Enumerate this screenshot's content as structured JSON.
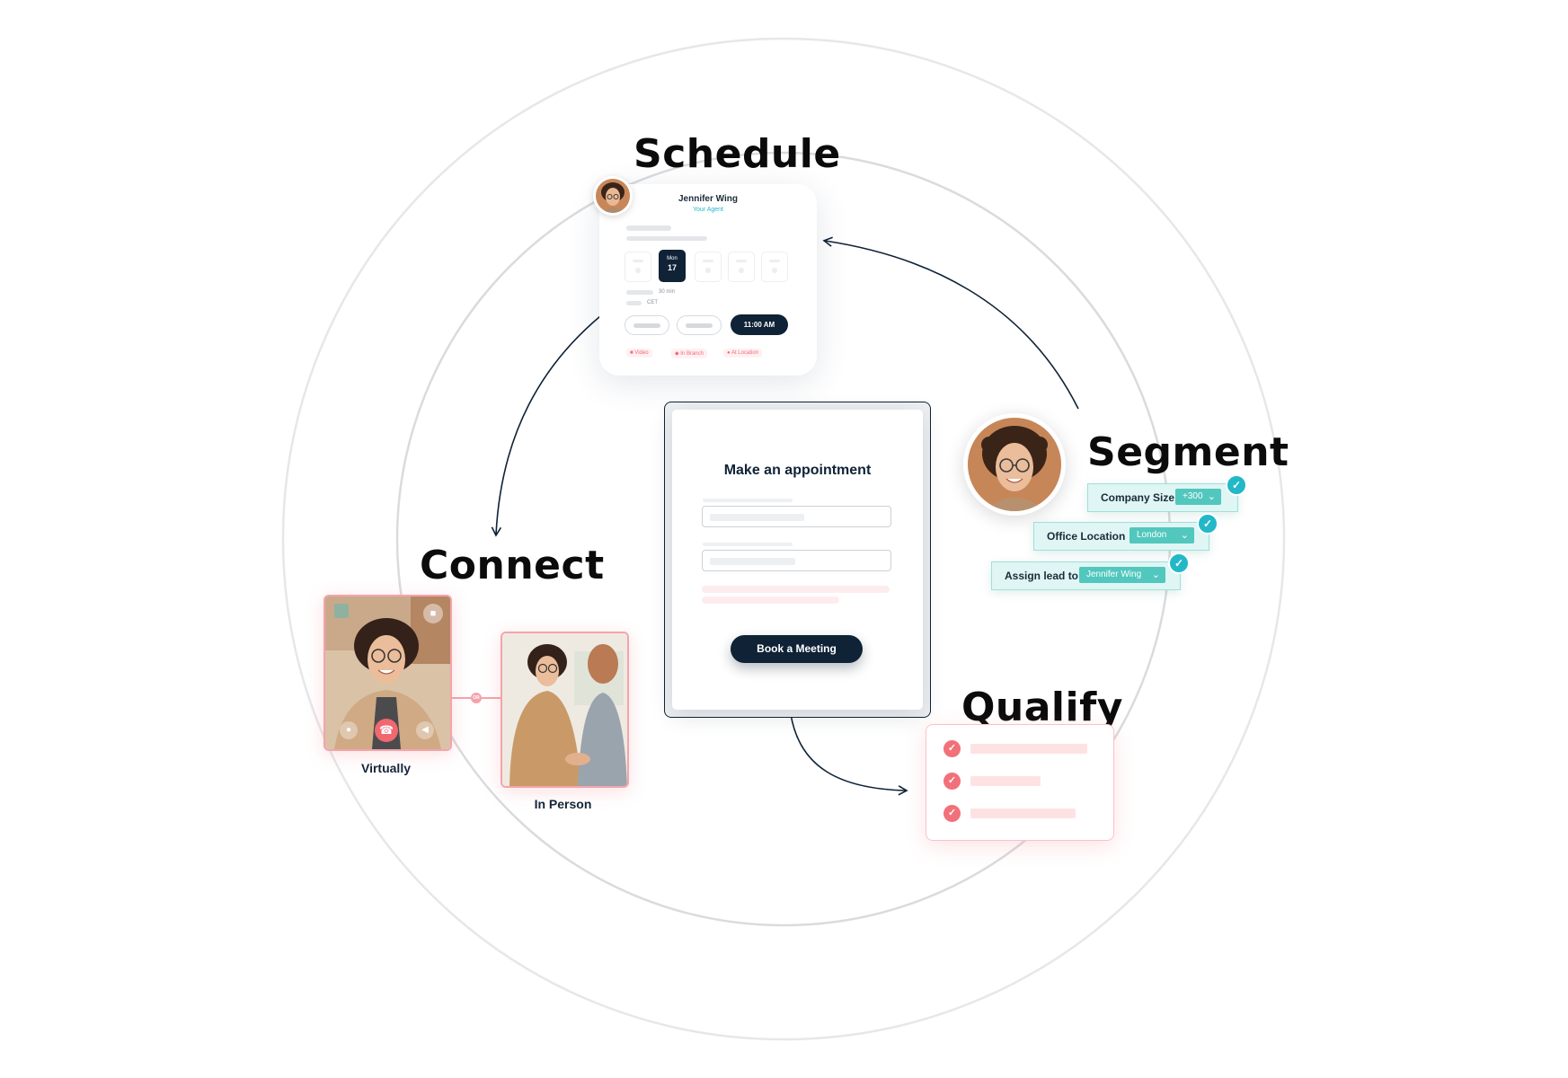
{
  "stages": {
    "schedule": "Schedule",
    "connect": "Connect",
    "segment": "Segment",
    "qualify": "Qualify"
  },
  "schedule_card": {
    "agent_name": "Jennifer Wing",
    "agent_role": "Your Agent",
    "selected_day": "Mon",
    "selected_date": "17",
    "duration": "30 min",
    "timezone": "CET",
    "selected_time": "11:00 AM",
    "options": [
      "Video",
      "In Branch",
      "At Location"
    ]
  },
  "appointment_form": {
    "title": "Make an appointment",
    "book_button": "Book a Meeting"
  },
  "segment_rows": [
    {
      "label": "Company Size",
      "value": "+300"
    },
    {
      "label": "Office Location",
      "value": "London"
    },
    {
      "label": "Assign lead to",
      "value": "Jennifer Wing"
    }
  ],
  "qualify_items": 3,
  "connect_options": {
    "virtual": "Virtually",
    "in_person": "In Person",
    "link_label": "OR"
  },
  "colors": {
    "navy": "#0f2236",
    "teal": "#23b8c8",
    "teal_light": "#dff6f4",
    "coral": "#f27079",
    "pink_light": "#fde2e4",
    "ring": "#e3e5e8"
  },
  "icons": [
    "video-camera-icon",
    "hang-up-icon",
    "microphone-icon",
    "speaker-icon",
    "check-icon",
    "chevron-down-icon",
    "arrow-icon"
  ]
}
